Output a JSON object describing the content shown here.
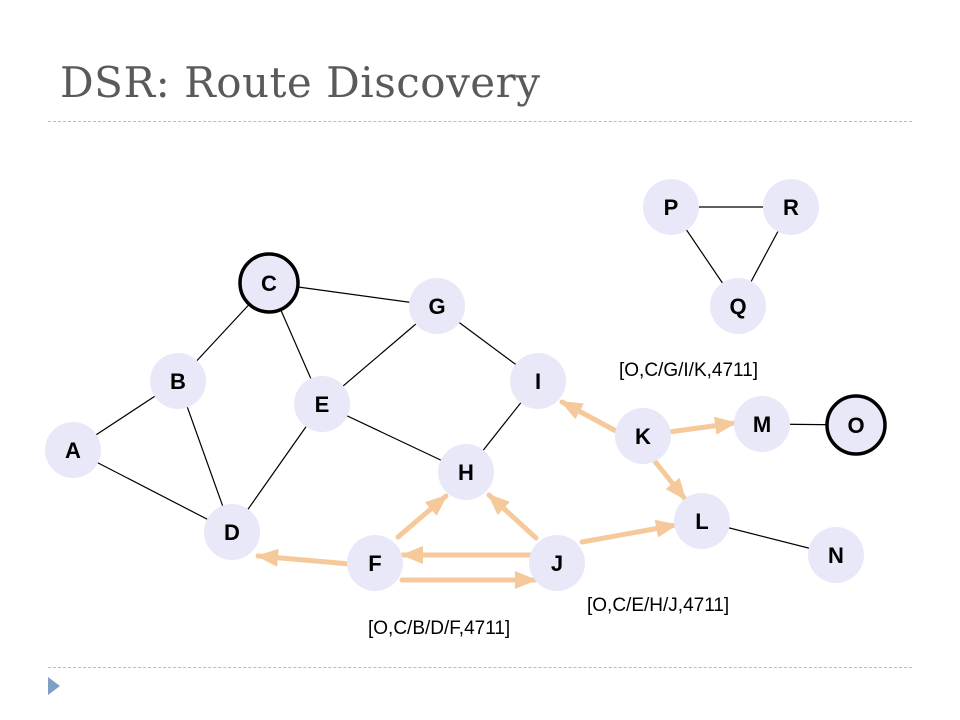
{
  "title": "DSR: Route Discovery",
  "nodes": {
    "A": "A",
    "B": "B",
    "C": "C",
    "D": "D",
    "E": "E",
    "F": "F",
    "G": "G",
    "H": "H",
    "I": "I",
    "J": "J",
    "K": "K",
    "L": "L",
    "M": "M",
    "N": "N",
    "O": "O",
    "P": "P",
    "Q": "Q",
    "R": "R"
  },
  "route_labels": {
    "cgik": "[O,C/G/I/K,4711]",
    "cehj": "[O,C/E/H/J,4711]",
    "cbdf": "[O,C/B/D/F,4711]"
  },
  "colors": {
    "node_fill": "#e8e8f8",
    "edge": "#000000",
    "arrow": "#f5c99a",
    "endpoint_border": "#000000"
  },
  "endpoints": {
    "source": "C",
    "destination": "O"
  }
}
